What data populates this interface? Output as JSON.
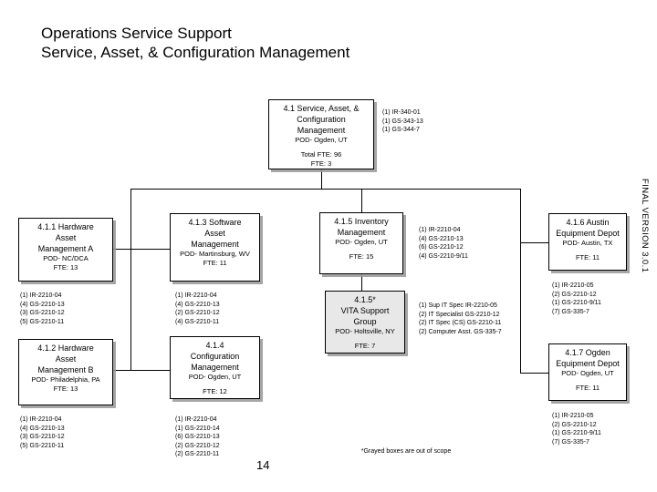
{
  "slide": {
    "title": "Operations Service Support\nService, Asset, & Configuration Management",
    "page_number": "14",
    "side_label": "FINAL VERSION 3.0.1",
    "footnote": "*Grayed boxes are out of scope"
  },
  "chart_data": {
    "type": "diagram",
    "diagram_type": "org-chart",
    "root": {
      "id": "4.1",
      "title": "4.1 Service, Asset, & Configuration Management",
      "location": "POD- Ogden, UT",
      "total_fte": "Total FTE: 96",
      "fte": "FTE: 3",
      "grayed": false,
      "codes": "(1) IR-340-01\n(1) GS-343-13\n(1) GS-344-7"
    },
    "nodes": [
      {
        "id": "4.1.1",
        "title": "4.1.1 Hardware Asset Management A",
        "location": "POD- NC/DCA",
        "fte": "FTE: 13",
        "grayed": false,
        "codes": "(1) IR-2210-04\n(4) GS-2210-13\n(3) GS-2210-12\n(5) GS-2210-11"
      },
      {
        "id": "4.1.2",
        "title": "4.1.2 Hardware Asset Management B",
        "location": "POD- Philadelphia, PA",
        "fte": "FTE: 13",
        "grayed": false,
        "codes": "(1) IR-2210-04\n(4) GS-2210-13\n(3) GS-2210-12\n(5) GS-2210-11"
      },
      {
        "id": "4.1.3",
        "title": "4.1.3 Software Asset Management",
        "location": "POD- Martinsburg, WV",
        "fte": "FTE: 11",
        "grayed": false,
        "codes": "(1) IR-2210-04\n(4) GS-2210-13\n(2) GS-2210-12\n(4) GS-2210-11"
      },
      {
        "id": "4.1.4",
        "title": "4.1.4 Configuration Management",
        "location": "POD- Ogden, UT",
        "fte": "FTE: 12",
        "grayed": false,
        "codes": "(1) IR-2210-04\n(1) GS-2210-14\n(6) GS-2210-13\n(2) GS-2210-12\n(2) GS-2210-11"
      },
      {
        "id": "4.1.5",
        "title": "4.1.5 Inventory Management",
        "location": "POD- Ogden, UT",
        "fte": "FTE: 15",
        "grayed": false,
        "codes": "(1) IR-2210-04\n(4) GS-2210-13\n(6) GS-2210-12\n(4) GS-2210-9/11"
      },
      {
        "id": "4.1.5-star",
        "title": "4.1.5* VITA Support Group",
        "location": "POD- Holtsville, NY",
        "fte": "FTE: 7",
        "grayed": true,
        "codes": "(1) Sup IT Spec IR-2210-05\n(2) IT Specialist GS-2210-12\n(2) IT Spec (CS) GS-2210-11\n(2) Computer Asst. GS-335-7"
      },
      {
        "id": "4.1.6",
        "title": "4.1.6 Austin Equipment Depot",
        "location": "POD- Austin, TX",
        "fte": "FTE: 11",
        "grayed": false,
        "codes": "(1) IR-2210-05\n(2) GS-2210-12\n(1) GS-2210-9/11\n(7) GS-335-7"
      },
      {
        "id": "4.1.7",
        "title": "4.1.7 Ogden Equipment Depot",
        "location": "POD- Ogden, UT",
        "fte": "FTE: 11",
        "grayed": false,
        "codes": "(1) IR-2210-05\n(2) GS-2210-12\n(1) GS-2210-9/11\n(7) GS-335-7"
      }
    ]
  },
  "boxes": {
    "root": {
      "line1": "4.1 Service, Asset, &",
      "line2": "Configuration",
      "line3": "Management",
      "location": "POD- Ogden, UT",
      "total_fte": "Total FTE: 96",
      "fte": "FTE: 3"
    },
    "n111": {
      "line1": "4.1.1 Hardware",
      "line2": "Asset",
      "line3": "Management A",
      "location": "POD- NC/DCA",
      "fte": "FTE: 13"
    },
    "n112": {
      "line1": "4.1.2 Hardware",
      "line2": "Asset",
      "line3": "Management B",
      "location": "POD- Philadelphia, PA",
      "fte": "FTE: 13"
    },
    "n113": {
      "line1": "4.1.3 Software",
      "line2": "Asset",
      "line3": "Management",
      "location": "POD- Martinsburg, WV",
      "fte": "FTE: 11"
    },
    "n114": {
      "line1": "4.1.4",
      "line2": "Configuration",
      "line3": "Management",
      "location": "POD- Ogden, UT",
      "fte": "FTE: 12"
    },
    "n115": {
      "line1": "4.1.5 Inventory",
      "line2": "Management",
      "location": "POD- Ogden, UT",
      "fte": "FTE: 15"
    },
    "n115s": {
      "line1": "4.1.5*",
      "line2": "VITA Support",
      "line3": "Group",
      "location": "POD- Holtsville, NY",
      "fte": "FTE: 7"
    },
    "n116": {
      "line1": "4.1.6 Austin",
      "line2": "Equipment Depot",
      "location": "POD- Austin, TX",
      "fte": "FTE: 11"
    },
    "n117": {
      "line1": "4.1.7 Ogden",
      "line2": "Equipment Depot",
      "location": "POD- Ogden, UT",
      "fte": "FTE: 11"
    }
  },
  "codes": {
    "root": "(1) IR-340-01\n(1) GS-343-13\n(1) GS-344-7",
    "n111": "(1) IR-2210-04\n(4) GS-2210-13\n(3) GS-2210-12\n(5) GS-2210-11",
    "n112": "(1) IR-2210-04\n(4) GS-2210-13\n(3) GS-2210-12\n(5) GS-2210-11",
    "n113": "(1) IR-2210-04\n(4) GS-2210-13\n(2) GS-2210-12\n(4) GS-2210-11",
    "n114": "(1) IR-2210-04\n(1) GS-2210-14\n(6) GS-2210-13\n(2) GS-2210-12\n(2) GS-2210-11",
    "n115": "(1) IR-2210-04\n(4) GS-2210-13\n(6) GS-2210-12\n(4) GS-2210-9/11",
    "n115s": "(1) Sup IT Spec IR-2210-05\n(2) IT Specialist GS-2210-12\n(2) IT Spec (CS) GS-2210-11\n(2) Computer Asst. GS-335-7",
    "n116": "(1) IR-2210-05\n(2) GS-2210-12\n(1) GS-2210-9/11\n(7) GS-335-7",
    "n117": "(1) IR-2210-05\n(2) GS-2210-12\n(1) GS-2210-9/11\n(7) GS-335-7"
  }
}
